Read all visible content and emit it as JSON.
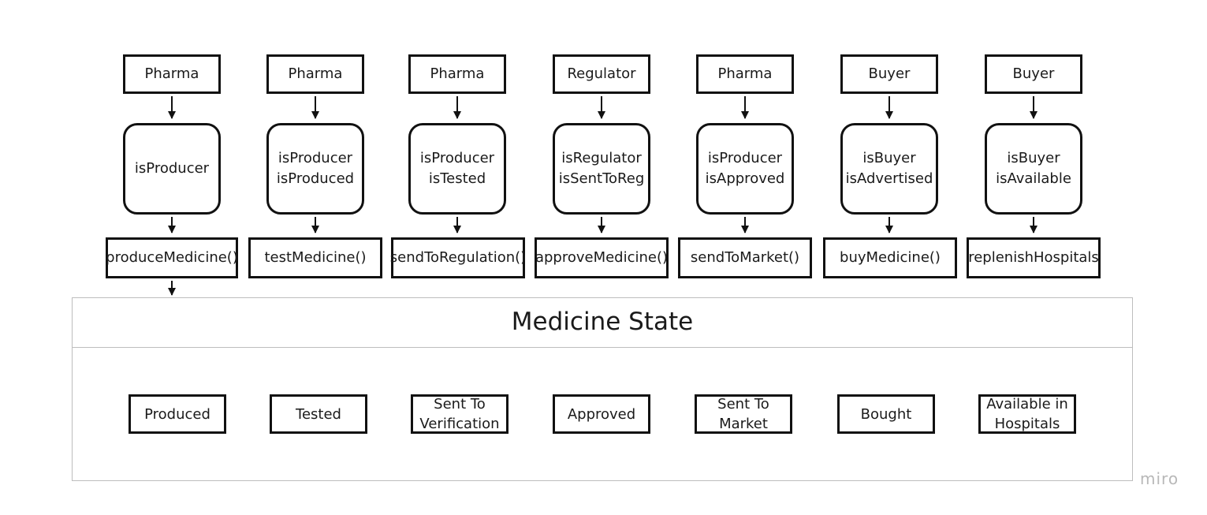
{
  "actors": [
    "Pharma",
    "Pharma",
    "Pharma",
    "Regulator",
    "Pharma",
    "Buyer",
    "Buyer"
  ],
  "conditions": [
    [
      "isProducer"
    ],
    [
      "isProducer",
      "isProduced"
    ],
    [
      "isProducer",
      "isTested"
    ],
    [
      "isRegulator",
      "isSentToReg"
    ],
    [
      "isProducer",
      "isApproved"
    ],
    [
      "isBuyer",
      "isAdvertised"
    ],
    [
      "isBuyer",
      "isAvailable"
    ]
  ],
  "functions": [
    "produceMedicine()",
    "testMedicine()",
    "sendToRegulation()",
    "approveMedicine()",
    "sendToMarket()",
    "buyMedicine()",
    "replenishHospitals"
  ],
  "state_panel": {
    "title": "Medicine State",
    "states": [
      [
        "Produced"
      ],
      [
        "Tested"
      ],
      [
        "Sent To",
        "Verification"
      ],
      [
        "Approved"
      ],
      [
        "Sent To",
        "Market"
      ],
      [
        "Bought"
      ],
      [
        "Available in",
        "Hospitals"
      ]
    ]
  },
  "watermark": "miro"
}
